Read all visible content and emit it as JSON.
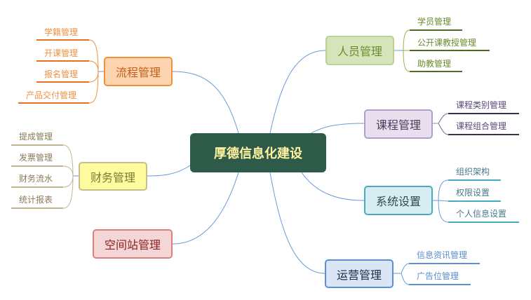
{
  "root": "厚德信息化建设",
  "branches": [
    {
      "label": "人员管理",
      "children": [
        "学员管理",
        "公开课教授管理",
        "助教管理"
      ]
    },
    {
      "label": "课程管理",
      "children": [
        "课程类别管理",
        "课程组合管理"
      ]
    },
    {
      "label": "系统设置",
      "children": [
        "组织架构",
        "权限设置",
        "个人信息设置"
      ]
    },
    {
      "label": "运营管理",
      "children": [
        "信息资讯管理",
        "广告位管理"
      ]
    },
    {
      "label": "流程管理",
      "children": [
        "学籍管理",
        "开课管理",
        "报名管理",
        "产品交付管理"
      ]
    },
    {
      "label": "财务管理",
      "children": [
        "提成管理",
        "发票管理",
        "财务流水",
        "统计报表"
      ]
    },
    {
      "label": "空间站管理",
      "children": []
    }
  ]
}
